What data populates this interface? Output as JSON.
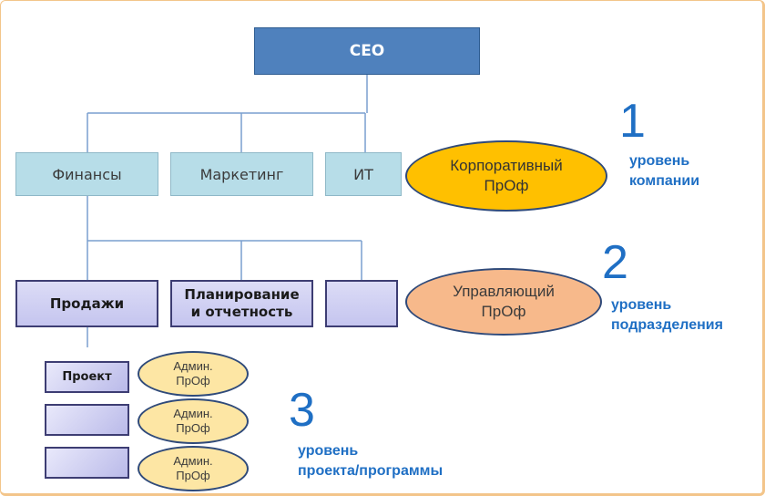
{
  "ceo": {
    "label": "CEO"
  },
  "departments": [
    {
      "label": "Финансы"
    },
    {
      "label": "Маркетинг"
    },
    {
      "label": "ИТ"
    }
  ],
  "divisions": [
    {
      "label": "Продажи"
    },
    {
      "label": "Планирование и отчетность"
    },
    {
      "label": ""
    }
  ],
  "projects": [
    {
      "label": "Проект",
      "pmo": "Админ. ПрОф"
    },
    {
      "label": "",
      "pmo": "Админ. ПрОф"
    },
    {
      "label": "",
      "pmo": "Админ. ПрОф"
    }
  ],
  "pmo": {
    "corporate": "Корпоративный ПрОф",
    "managing": "Управляющий ПрОф"
  },
  "levels": [
    {
      "number": "1",
      "line1": "уровень",
      "line2": "компании"
    },
    {
      "number": "2",
      "line1": "уровень",
      "line2": "подразделения"
    },
    {
      "number": "3",
      "line1": "уровень",
      "line2": "проекта/программы"
    }
  ],
  "colors": {
    "ceo": "#4f81bd",
    "department": "#b7dde8",
    "division": "#c5c5ef",
    "corporate_pmo": "#ffc000",
    "managing_pmo": "#f7b98b",
    "admin_pmo": "#fde6a4",
    "level_text": "#1f6fc4",
    "connector": "#7a9fcf"
  }
}
